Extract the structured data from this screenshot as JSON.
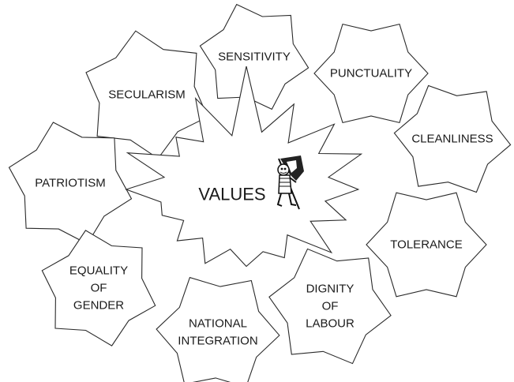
{
  "diagram": {
    "center": {
      "label": "VALUES",
      "icon": "flag-bearer-icon"
    },
    "nodes": [
      {
        "id": "sensitivity",
        "lines": [
          "SENSITIVITY"
        ]
      },
      {
        "id": "punctuality",
        "lines": [
          "PUNCTUALITY"
        ]
      },
      {
        "id": "secularism",
        "lines": [
          "SECULARISM"
        ]
      },
      {
        "id": "cleanliness",
        "lines": [
          "CLEANLINESS"
        ]
      },
      {
        "id": "patriotism",
        "lines": [
          "PATRIOTISM"
        ]
      },
      {
        "id": "tolerance",
        "lines": [
          "TOLERANCE"
        ]
      },
      {
        "id": "equality-of-gender",
        "lines": [
          "EQUALITY",
          "OF",
          "GENDER"
        ]
      },
      {
        "id": "dignity-of-labour",
        "lines": [
          "DIGNITY",
          "OF",
          "LABOUR"
        ]
      },
      {
        "id": "national-integration",
        "lines": [
          "NATIONAL",
          "INTEGRATION"
        ]
      }
    ]
  }
}
